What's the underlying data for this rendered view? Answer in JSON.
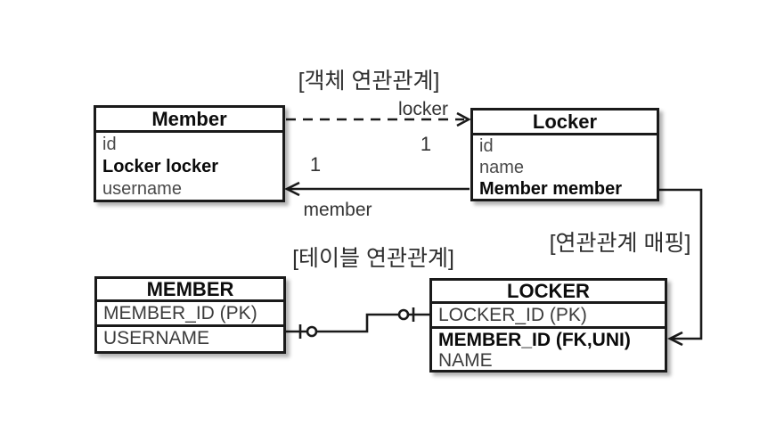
{
  "diagram": {
    "section_labels": {
      "object_association": "[객체 연관관계]",
      "table_association": "[테이블 연관관계]",
      "mapping": "[연관관계 매핑]"
    },
    "object_model": {
      "member_class": {
        "title": "Member",
        "fields": [
          {
            "label": "id"
          },
          {
            "label": "Locker locker"
          },
          {
            "label": "username"
          }
        ]
      },
      "locker_class": {
        "title": "Locker",
        "fields": [
          {
            "label": "id"
          },
          {
            "label": "name"
          },
          {
            "label": "Member member"
          }
        ]
      },
      "locker_edge": {
        "label": "locker",
        "multiplicity": "1"
      },
      "member_edge": {
        "label": "member",
        "multiplicity": "1"
      }
    },
    "table_model": {
      "member_table": {
        "title": "MEMBER",
        "columns": [
          {
            "label": "MEMBER_ID (PK)"
          },
          {
            "label": "USERNAME"
          }
        ]
      },
      "locker_table": {
        "title": "LOCKER",
        "columns": [
          {
            "label": "LOCKER_ID (PK)"
          },
          {
            "label": "MEMBER_ID (FK,UNI)"
          },
          {
            "label": "NAME"
          }
        ]
      }
    },
    "colors": {
      "line": "#1a1a1a",
      "gray_text": "#4a4a4a",
      "black_text": "#0a0a0a"
    }
  }
}
